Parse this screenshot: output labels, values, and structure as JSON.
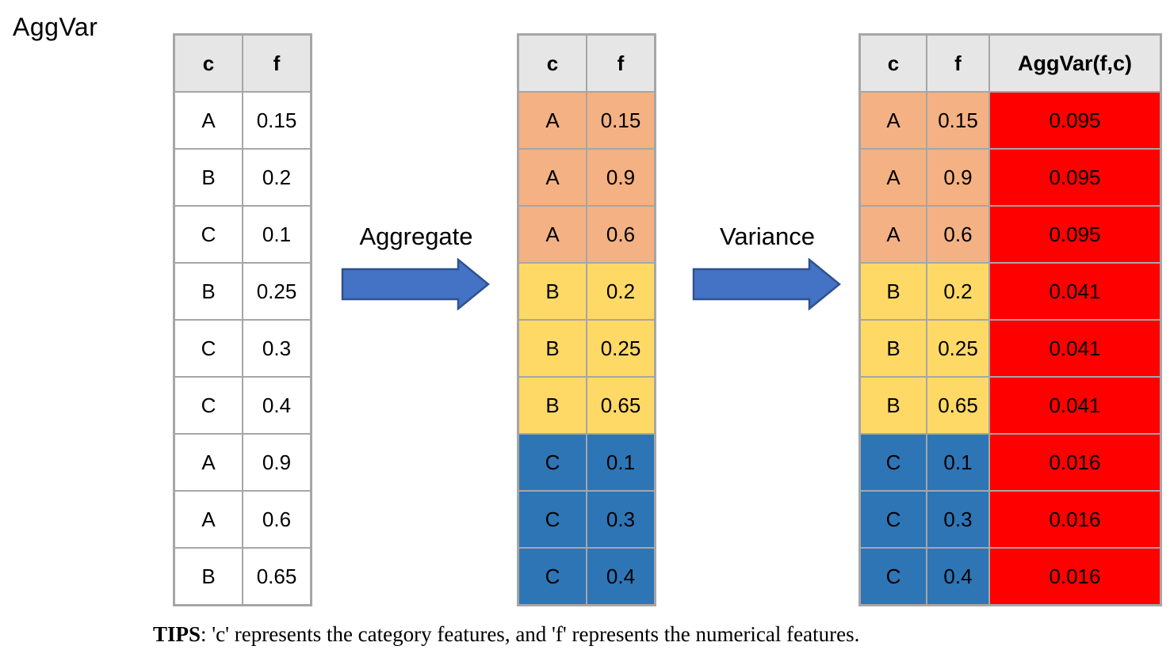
{
  "title": "AggVar",
  "colors": {
    "header_bg": "#E7E6E6",
    "group_a": "#F4B183",
    "group_b": "#FFD966",
    "group_c": "#2E75B6",
    "aggvar_bg": "#FF0000",
    "arrow_fill": "#4472C4",
    "arrow_border": "#2F528F",
    "table_border": "#A6A6A6"
  },
  "arrows": {
    "aggregate": {
      "label": "Aggregate"
    },
    "variance": {
      "label": "Variance"
    }
  },
  "tables": {
    "original": {
      "headers": [
        "c",
        "f"
      ],
      "rows": [
        {
          "group": "none",
          "cells": [
            "A",
            "0.15"
          ]
        },
        {
          "group": "none",
          "cells": [
            "B",
            "0.2"
          ]
        },
        {
          "group": "none",
          "cells": [
            "C",
            "0.1"
          ]
        },
        {
          "group": "none",
          "cells": [
            "B",
            "0.25"
          ]
        },
        {
          "group": "none",
          "cells": [
            "C",
            "0.3"
          ]
        },
        {
          "group": "none",
          "cells": [
            "C",
            "0.4"
          ]
        },
        {
          "group": "none",
          "cells": [
            "A",
            "0.9"
          ]
        },
        {
          "group": "none",
          "cells": [
            "A",
            "0.6"
          ]
        },
        {
          "group": "none",
          "cells": [
            "B",
            "0.65"
          ]
        }
      ]
    },
    "aggregated": {
      "headers": [
        "c",
        "f"
      ],
      "rows": [
        {
          "group": "a",
          "cells": [
            "A",
            "0.15"
          ]
        },
        {
          "group": "a",
          "cells": [
            "A",
            "0.9"
          ]
        },
        {
          "group": "a",
          "cells": [
            "A",
            "0.6"
          ]
        },
        {
          "group": "b",
          "cells": [
            "B",
            "0.2"
          ]
        },
        {
          "group": "b",
          "cells": [
            "B",
            "0.25"
          ]
        },
        {
          "group": "b",
          "cells": [
            "B",
            "0.65"
          ]
        },
        {
          "group": "c",
          "cells": [
            "C",
            "0.1"
          ]
        },
        {
          "group": "c",
          "cells": [
            "C",
            "0.3"
          ]
        },
        {
          "group": "c",
          "cells": [
            "C",
            "0.4"
          ]
        }
      ]
    },
    "variance": {
      "headers": [
        "c",
        "f",
        "AggVar(f,c)"
      ],
      "rows": [
        {
          "group": "a",
          "cells": [
            "A",
            "0.15",
            "0.095"
          ]
        },
        {
          "group": "a",
          "cells": [
            "A",
            "0.9",
            "0.095"
          ]
        },
        {
          "group": "a",
          "cells": [
            "A",
            "0.6",
            "0.095"
          ]
        },
        {
          "group": "b",
          "cells": [
            "B",
            "0.2",
            "0.041"
          ]
        },
        {
          "group": "b",
          "cells": [
            "B",
            "0.25",
            "0.041"
          ]
        },
        {
          "group": "b",
          "cells": [
            "B",
            "0.65",
            "0.041"
          ]
        },
        {
          "group": "c",
          "cells": [
            "C",
            "0.1",
            "0.016"
          ]
        },
        {
          "group": "c",
          "cells": [
            "C",
            "0.3",
            "0.016"
          ]
        },
        {
          "group": "c",
          "cells": [
            "C",
            "0.4",
            "0.016"
          ]
        }
      ]
    }
  },
  "tips": {
    "label": "TIPS",
    "text": ": 'c' represents the category features, and 'f' represents the numerical features."
  }
}
